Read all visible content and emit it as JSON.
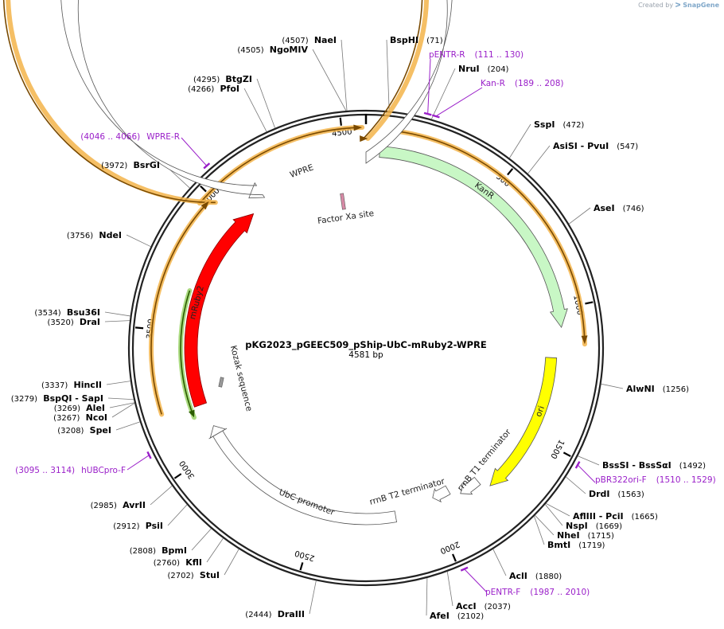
{
  "watermark": {
    "prefix": "Created by",
    "brand": "SnapGene"
  },
  "plasmid": {
    "name": "pKG2023_pGEEC509_pShip-UbC-mRuby2-WPRE",
    "size_label": "4581 bp",
    "length": 4581
  },
  "ticks": [
    "500",
    "1000",
    "1500",
    "2000",
    "2500",
    "3000",
    "3500",
    "4000",
    "4500"
  ],
  "colors": {
    "backbone": "#222222",
    "primer": "#9a1fc9",
    "orange_glow": "#f3b44a",
    "KanR": "#c8f7c5",
    "ori": "#ffff00",
    "mRuby2": "#ff0000",
    "outline": "#555555"
  },
  "enzymes": [
    {
      "name": "NaeI",
      "pos": "(4507)"
    },
    {
      "name": "NgoMIV",
      "pos": "(4505)"
    },
    {
      "name": "BspHI",
      "pos": "(71)"
    },
    {
      "name": "NruI",
      "pos": "(204)"
    },
    {
      "name": "BtgZI",
      "pos": "(4295)"
    },
    {
      "name": "PfoI",
      "pos": "(4266)"
    },
    {
      "name": "SspI",
      "pos": "(472)"
    },
    {
      "name": "AsiSI - PvuI",
      "pos": "(547)"
    },
    {
      "name": "BsrGI",
      "pos": "(3972)"
    },
    {
      "name": "AseI",
      "pos": "(746)"
    },
    {
      "name": "NdeI",
      "pos": "(3756)"
    },
    {
      "name": "Bsu36I",
      "pos": "(3534)"
    },
    {
      "name": "DraI",
      "pos": "(3520)"
    },
    {
      "name": "AlwNI",
      "pos": "(1256)"
    },
    {
      "name": "HincII",
      "pos": "(3337)"
    },
    {
      "name": "BspQI - SapI",
      "pos": "(3279)"
    },
    {
      "name": "AleI",
      "pos": "(3269)"
    },
    {
      "name": "NcoI",
      "pos": "(3267)"
    },
    {
      "name": "SpeI",
      "pos": "(3208)"
    },
    {
      "name": "BssSI - BssSαI",
      "pos": "(1492)"
    },
    {
      "name": "DrdI",
      "pos": "(1563)"
    },
    {
      "name": "AvrII",
      "pos": "(2985)"
    },
    {
      "name": "AflIII - PciI",
      "pos": "(1665)"
    },
    {
      "name": "NspI",
      "pos": "(1669)"
    },
    {
      "name": "PsiI",
      "pos": "(2912)"
    },
    {
      "name": "NheI",
      "pos": "(1715)"
    },
    {
      "name": "BmtI",
      "pos": "(1719)"
    },
    {
      "name": "BpmI",
      "pos": "(2808)"
    },
    {
      "name": "KflI",
      "pos": "(2760)"
    },
    {
      "name": "StuI",
      "pos": "(2702)"
    },
    {
      "name": "AclI",
      "pos": "(1880)"
    },
    {
      "name": "AccI",
      "pos": "(2037)"
    },
    {
      "name": "AfeI",
      "pos": "(2102)"
    },
    {
      "name": "DraIII",
      "pos": "(2444)"
    }
  ],
  "primers": [
    {
      "name": "pENTR-R",
      "range": "(111 .. 130)"
    },
    {
      "name": "Kan-R",
      "range": "(189 .. 208)"
    },
    {
      "name": "WPRE-R",
      "range": "(4046 .. 4066)"
    },
    {
      "name": "hUBCpro-F",
      "range": "(3095 .. 3114)"
    },
    {
      "name": "pBR322ori-F",
      "range": "(1510 .. 1529)"
    },
    {
      "name": "pENTR-F",
      "range": "(1987 .. 2010)"
    }
  ],
  "features": [
    {
      "name": "KanR"
    },
    {
      "name": "ori"
    },
    {
      "name": "mRuby2"
    },
    {
      "name": "WPRE"
    },
    {
      "name": "Factor Xa site"
    },
    {
      "name": "Kozak sequence"
    },
    {
      "name": "rrnB T1 terminator"
    },
    {
      "name": "rrnB T2 terminator"
    },
    {
      "name": "UbC promoter"
    }
  ]
}
